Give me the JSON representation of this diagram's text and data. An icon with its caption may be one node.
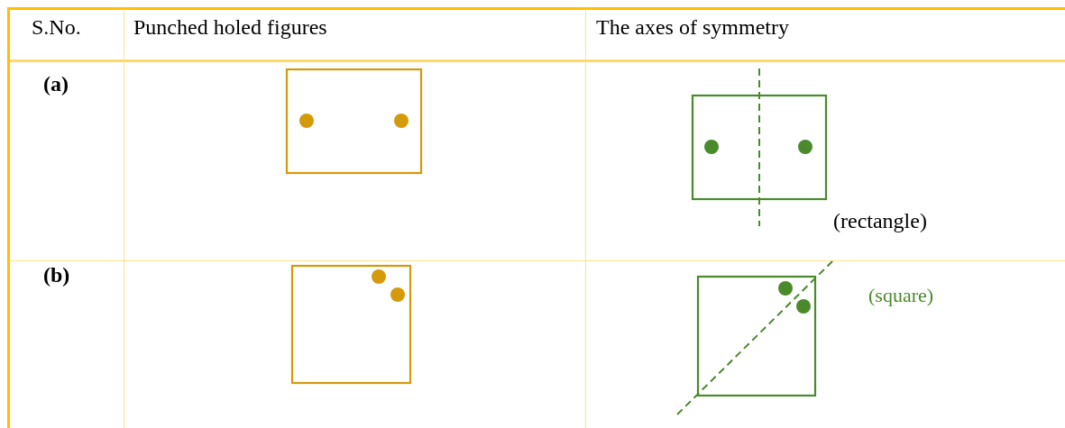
{
  "diagram": {
    "labels": [
      "S.No.",
      "Punched holed figures",
      "The axes of symmetry",
      "(a)",
      "(rectangle)",
      "(b)",
      "(square)"
    ]
  }
}
